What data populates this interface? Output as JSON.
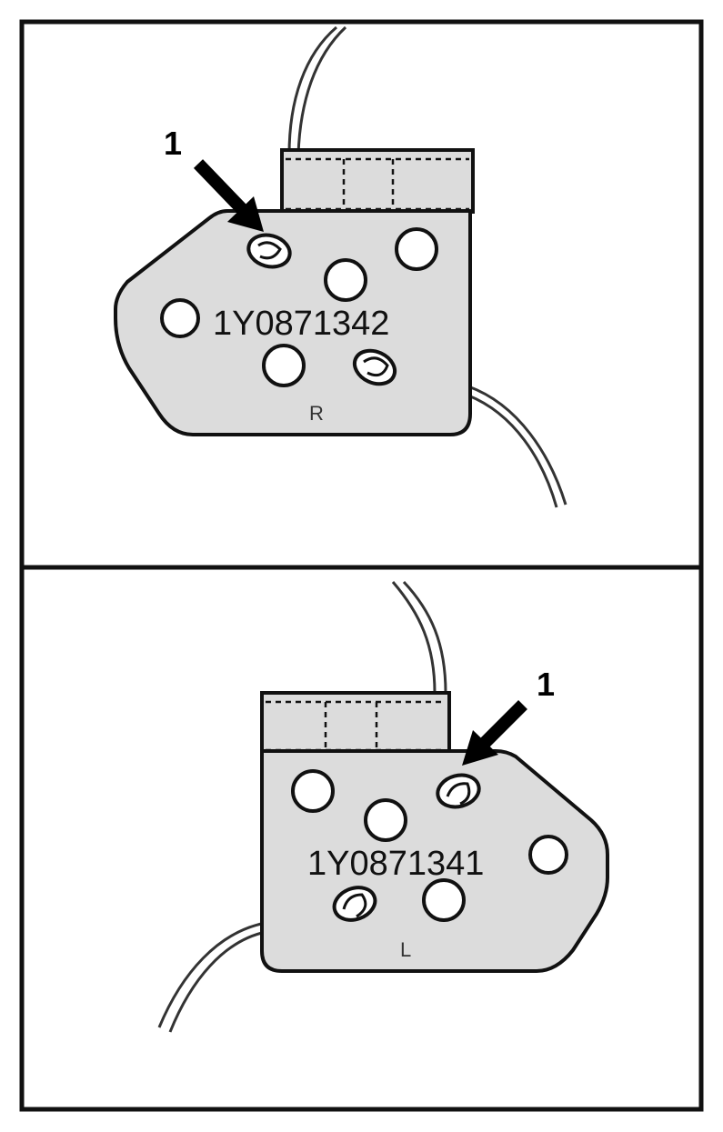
{
  "panels": [
    {
      "part_number": "1Y0871342",
      "callout_number": "1",
      "side_mark": "R"
    },
    {
      "part_number": "1Y0871341",
      "callout_number": "1",
      "side_mark": "L"
    }
  ],
  "colors": {
    "plate": "#dcdcdc",
    "line": "#111111",
    "background": "#ffffff"
  }
}
